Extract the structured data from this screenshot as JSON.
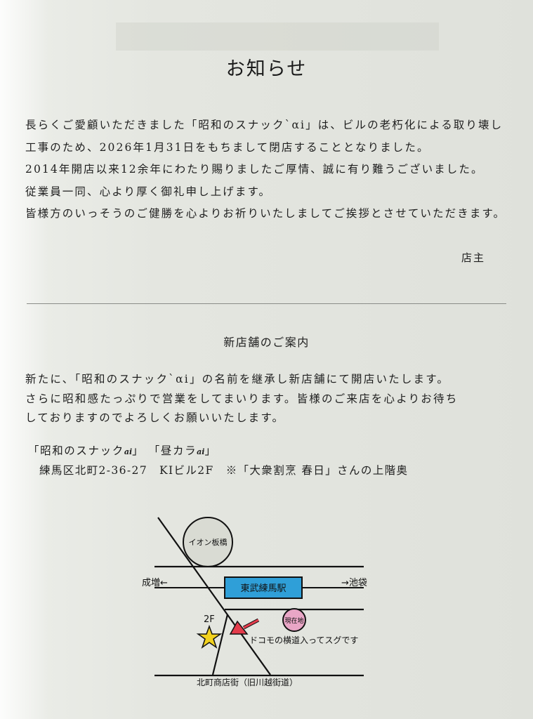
{
  "notice": {
    "title": "お知らせ",
    "body_lines": [
      "長らくご愛顧いただきました「昭和のスナック`αi」は、ビルの老朽化による取り壊し",
      "工事のため、2026年1月31日をもちまして閉店することとなりました。",
      "2014年開店以来12余年にわたり賜りましたご厚情、誠に有り難うございました。",
      "従業員一同、心より厚く御礼申し上げます。",
      "皆様方のいっそうのご健勝を心よりお祈りいたしましてご挨拶とさせていただきます。"
    ],
    "signature": "店主"
  },
  "new_store": {
    "title": "新店舗のご案内",
    "body_lines": [
      "新たに、「昭和のスナック`αi」の名前を継承し新店舗にて開店いたします。",
      "さらに昭和感たっぷりで営業をしてまいります。皆様のご来店を心よりお待ち",
      "しておりますのでよろしくお願いいたします。"
    ],
    "store_names": {
      "name1_prefix": "「昭和のスナック",
      "name1_ai": "ai",
      "name1_suffix": "」",
      "name2_prefix": "「昼カラ",
      "name2_ai": "ai",
      "name2_suffix": "」"
    },
    "address": "練馬区北町2-36-27　KIビル2F　※「大衆割烹 春日」さんの上階奥"
  },
  "map": {
    "landmark_circle": "イオン板橋",
    "station": "東武練馬駅",
    "direction_left": "成増←",
    "direction_right": "→池袋",
    "floor_label": "2F",
    "current_location": "現在地",
    "hint": "ドコモの横道入ってスグです",
    "bottom_street": "北町商店街（旧川越街道）",
    "colors": {
      "station_fill": "#2f9fd8",
      "current_location_fill": "#e9a6c6",
      "arrow_fill": "#e43c4c",
      "star_fill": "#f2d21e",
      "landmark_fill": "#d9dbd3"
    }
  }
}
